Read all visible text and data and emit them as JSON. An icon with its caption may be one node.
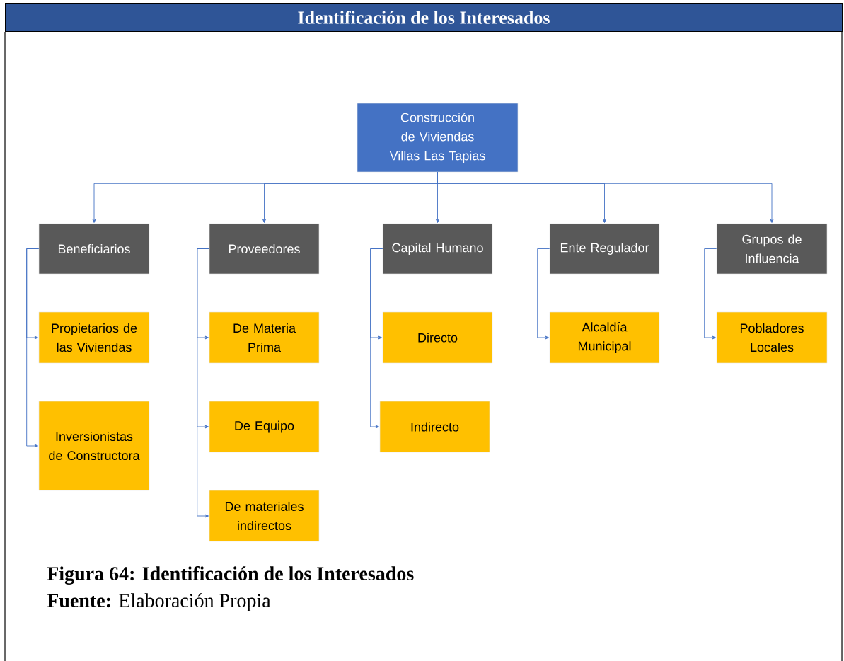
{
  "diagram": {
    "title": "Identificación de los Interesados",
    "caption": "Figura 64: Identificación de los Interesados",
    "nodes": [
      {
        "text": [
          "Construcción de Viviendas Villas Las Tapias"
        ]
      },
      {
        "text": [
          "Beneficiarios"
        ]
      },
      {
        "text": [
          "Proveedores"
        ]
      },
      {
        "text": [
          "Capital Humano"
        ]
      },
      {
        "text": [
          "Ente Regulador"
        ]
      },
      {
        "text": [
          "Grupos de Influencia"
        ]
      },
      {
        "text": [
          "Propietarios de las Viviendas"
        ]
      },
      {
        "text": [
          "Inversionistas de Constructora"
        ]
      },
      {
        "text": [
          "De Materia Prima"
        ]
      },
      {
        "text": [
          "De Equipo"
        ]
      },
      {
        "text": [
          "De materiales indirectos"
        ]
      },
      {
        "text": [
          "Directo"
        ]
      },
      {
        "text": [
          "Indirecto"
        ]
      },
      {
        "text": [
          "Alcaldía Municipal"
        ]
      },
      {
        "text": [
          "Pobladores Locales"
        ]
      }
    ],
    "edges": [
      {
        "from": 0,
        "to": 1,
        "arrow": "to"
      },
      {
        "from": 0,
        "to": 2,
        "arrow": "to"
      },
      {
        "from": 0,
        "to": 3,
        "arrow": "to"
      },
      {
        "from": 0,
        "to": 4,
        "arrow": "to"
      },
      {
        "from": 0,
        "to": 5,
        "arrow": "to"
      },
      {
        "from": 1,
        "to": 6,
        "arrow": "to"
      },
      {
        "from": 1,
        "to": 7,
        "arrow": "to"
      },
      {
        "from": 2,
        "to": 8,
        "arrow": "to"
      },
      {
        "from": 2,
        "to": 9,
        "arrow": "to"
      },
      {
        "from": 2,
        "to": 10,
        "arrow": "to"
      },
      {
        "from": 3,
        "to": 11,
        "arrow": "to"
      },
      {
        "from": 3,
        "to": 12,
        "arrow": "to"
      },
      {
        "from": 4,
        "to": 13,
        "arrow": "to"
      },
      {
        "from": 5,
        "to": 14,
        "arrow": "to"
      }
    ],
    "labels": [
      "**Fuente:** Elaboración Propia"
    ]
  }
}
